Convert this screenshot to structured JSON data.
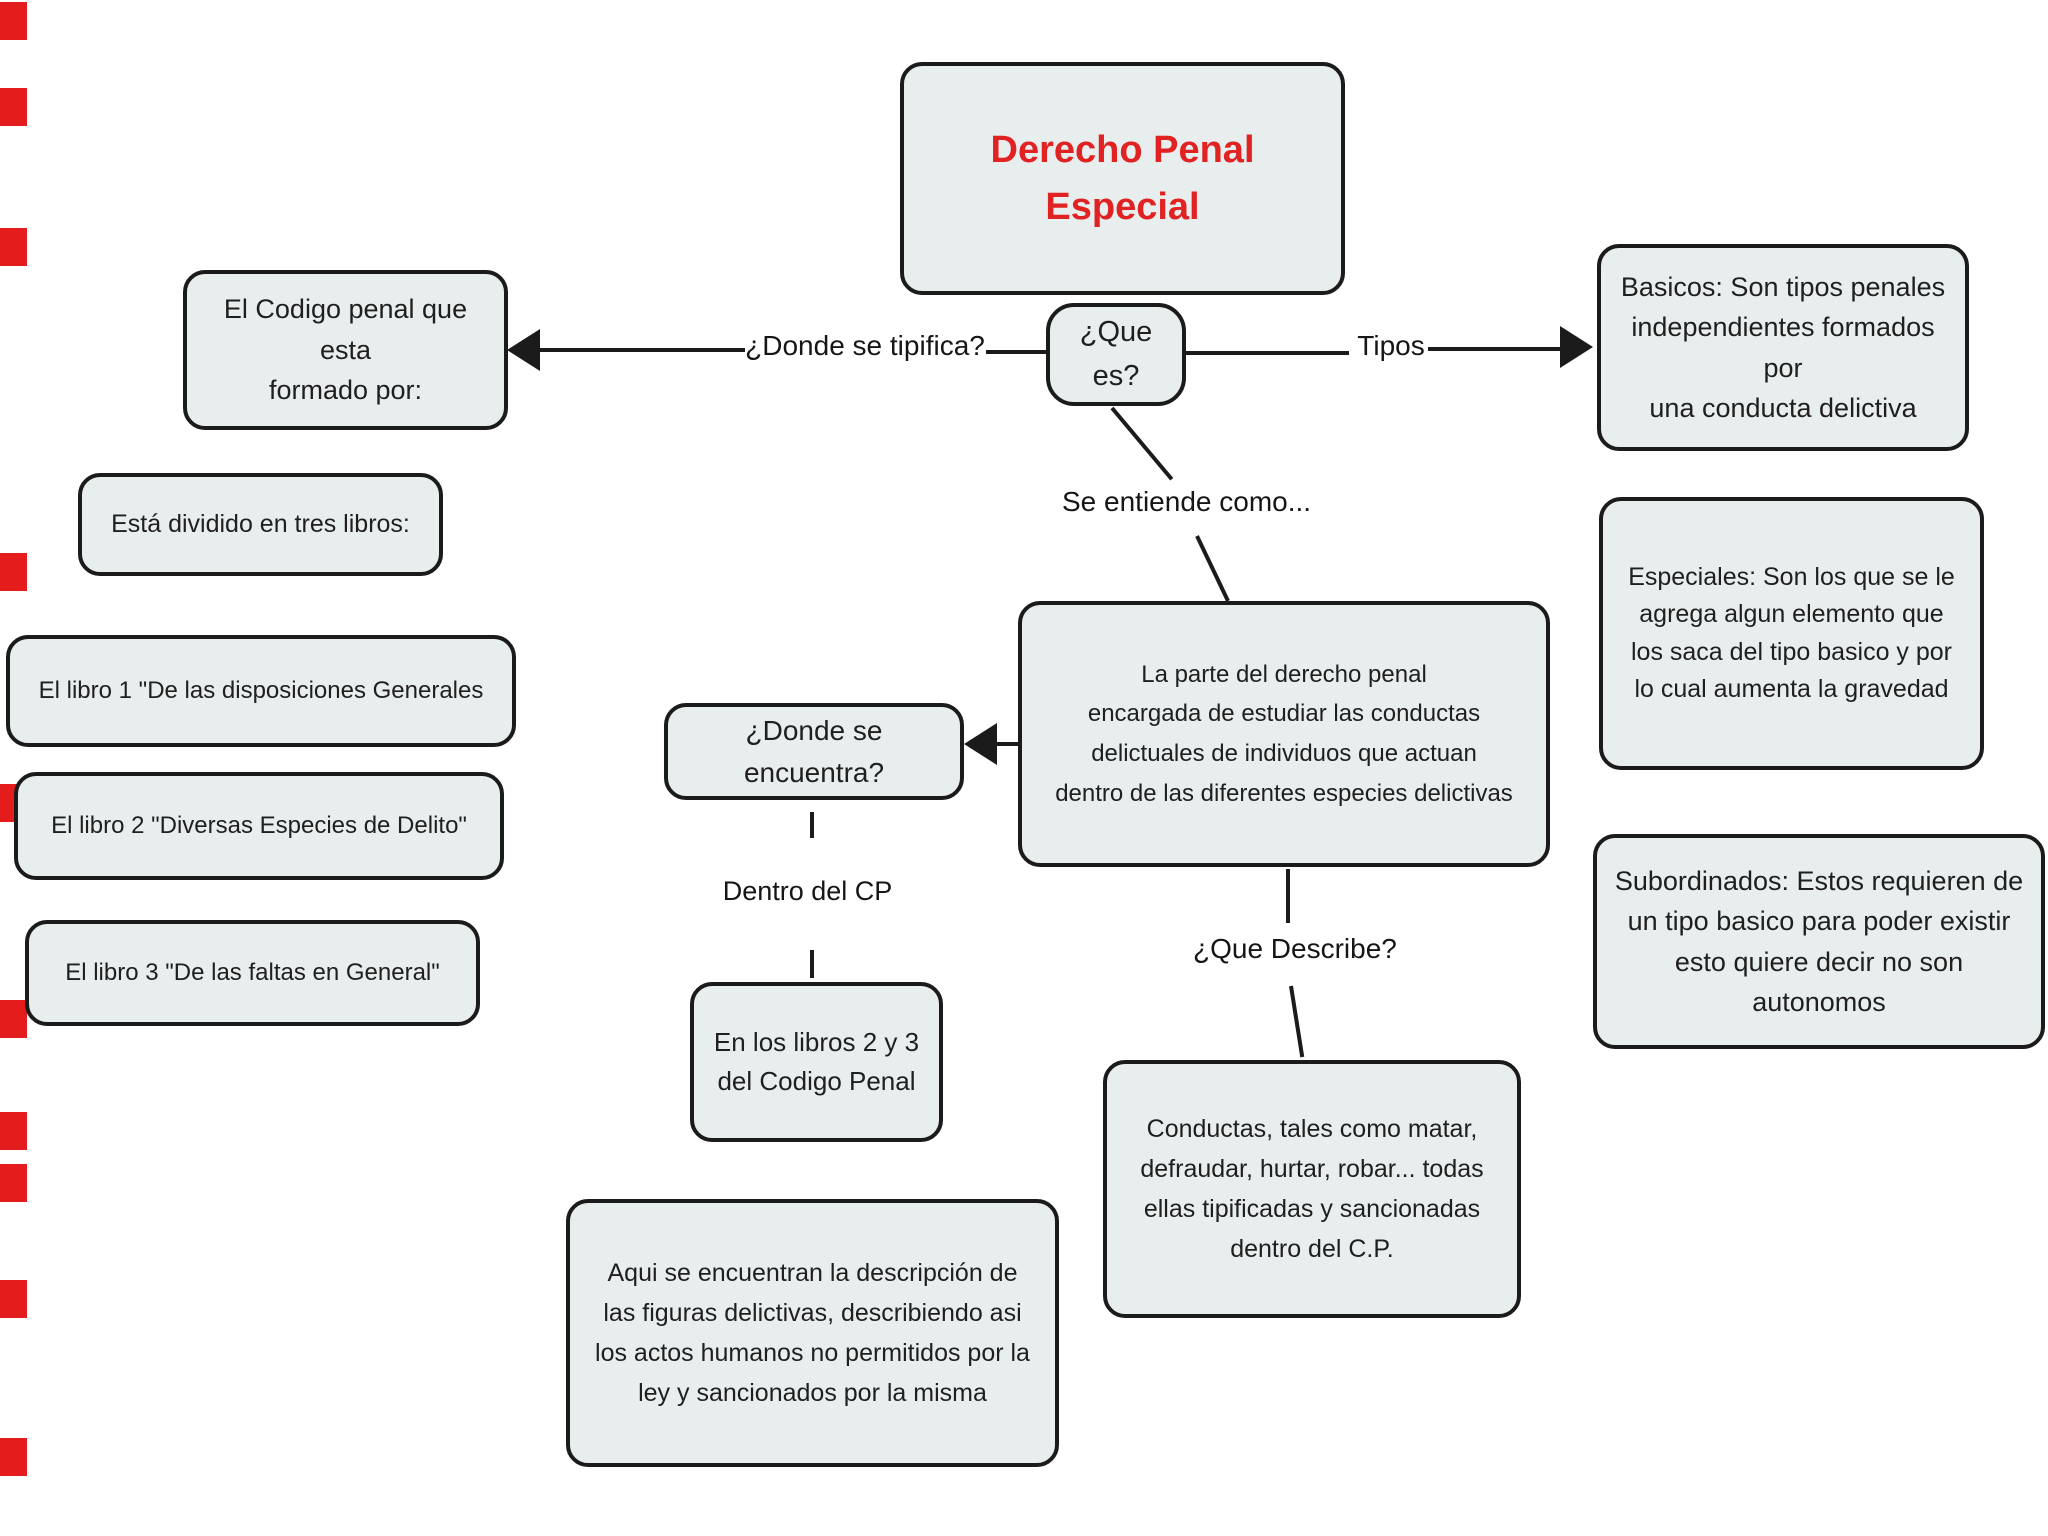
{
  "canvas": {
    "background_color": "#ffffff",
    "box_fill_color": "#e8edee",
    "box_border_color": "#1b1b1b",
    "line_color": "#1b1b1b",
    "title_color": "#e02222",
    "text_color": "#1f1f1f",
    "edge_mark_color": "#e51c1c"
  },
  "title": {
    "text": "Derecho Penal Especial"
  },
  "nodes": {
    "que_es": "¿Que es?",
    "codigo_penal": "El Codigo penal que esta\nformado por:",
    "dividido": "Está dividido en tres libros:",
    "libro1": "El libro 1 \"De las disposiciones Generales",
    "libro2": "El libro 2 \"Diversas Especies de Delito\"",
    "libro3": "El libro 3 \"De las faltas en General\"",
    "donde_encuentra": "¿Donde se encuentra?",
    "libros23": "En los libros 2 y 3\ndel Codigo Penal",
    "definicion": "La parte del derecho penal\nencargada de estudiar las conductas\ndelictuales de individuos que actuan\ndentro de las diferentes especies delictivas",
    "conductas": "Conductas, tales como matar,\ndefraudar, hurtar, robar... todas\nellas tipificadas y sancionadas\ndentro del C.P.",
    "aqui": "Aqui se encuentran la descripción de\nlas figuras delictivas, describiendo asi\nlos actos humanos no permitidos por la\nley y sancionados por la misma",
    "basicos": "Basicos: Son tipos penales\nindependientes formados por\nuna conducta delictiva",
    "especiales": "Especiales: Son los que se le\nagrega algun elemento que\nlos saca del tipo basico y por\nlo cual aumenta la gravedad",
    "subordinados": "Subordinados: Estos requieren de\nun tipo basico para poder existir\nesto quiere decir no son autonomos"
  },
  "labels": {
    "donde_tipifica": "¿Donde se tipifica?",
    "tipos": "Tipos",
    "se_entiende": "Se entiende como...",
    "dentro_cp": "Dentro del CP",
    "que_describe": "¿Que Describe?"
  }
}
